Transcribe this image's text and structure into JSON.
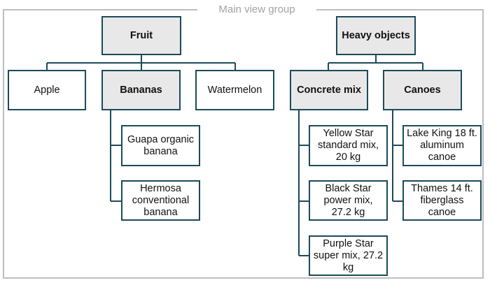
{
  "group": {
    "title": "Main view group"
  },
  "colors": {
    "border": "#1c4a5a",
    "category_fill": "#e8e8e8",
    "frame": "#bdbdbd",
    "frame_title": "#a2a2a2"
  },
  "fruit": {
    "label": "Fruit",
    "children": {
      "apple": "Apple",
      "bananas": {
        "label": "Bananas",
        "items": [
          "Guapa organic banana",
          "Hermosa conventional banana"
        ]
      },
      "watermelon": "Watermelon"
    }
  },
  "heavy": {
    "label": "Heavy objects",
    "concrete": {
      "label": "Concrete mix",
      "items": [
        "Yellow Star standard mix, 20 kg",
        "Black Star power mix, 27.2 kg",
        "Purple Star super mix, 27.2 kg"
      ]
    },
    "canoes": {
      "label": "Canoes",
      "items": [
        "Lake King 18 ft. aluminum canoe",
        "Thames 14 ft. fiberglass canoe"
      ]
    }
  }
}
